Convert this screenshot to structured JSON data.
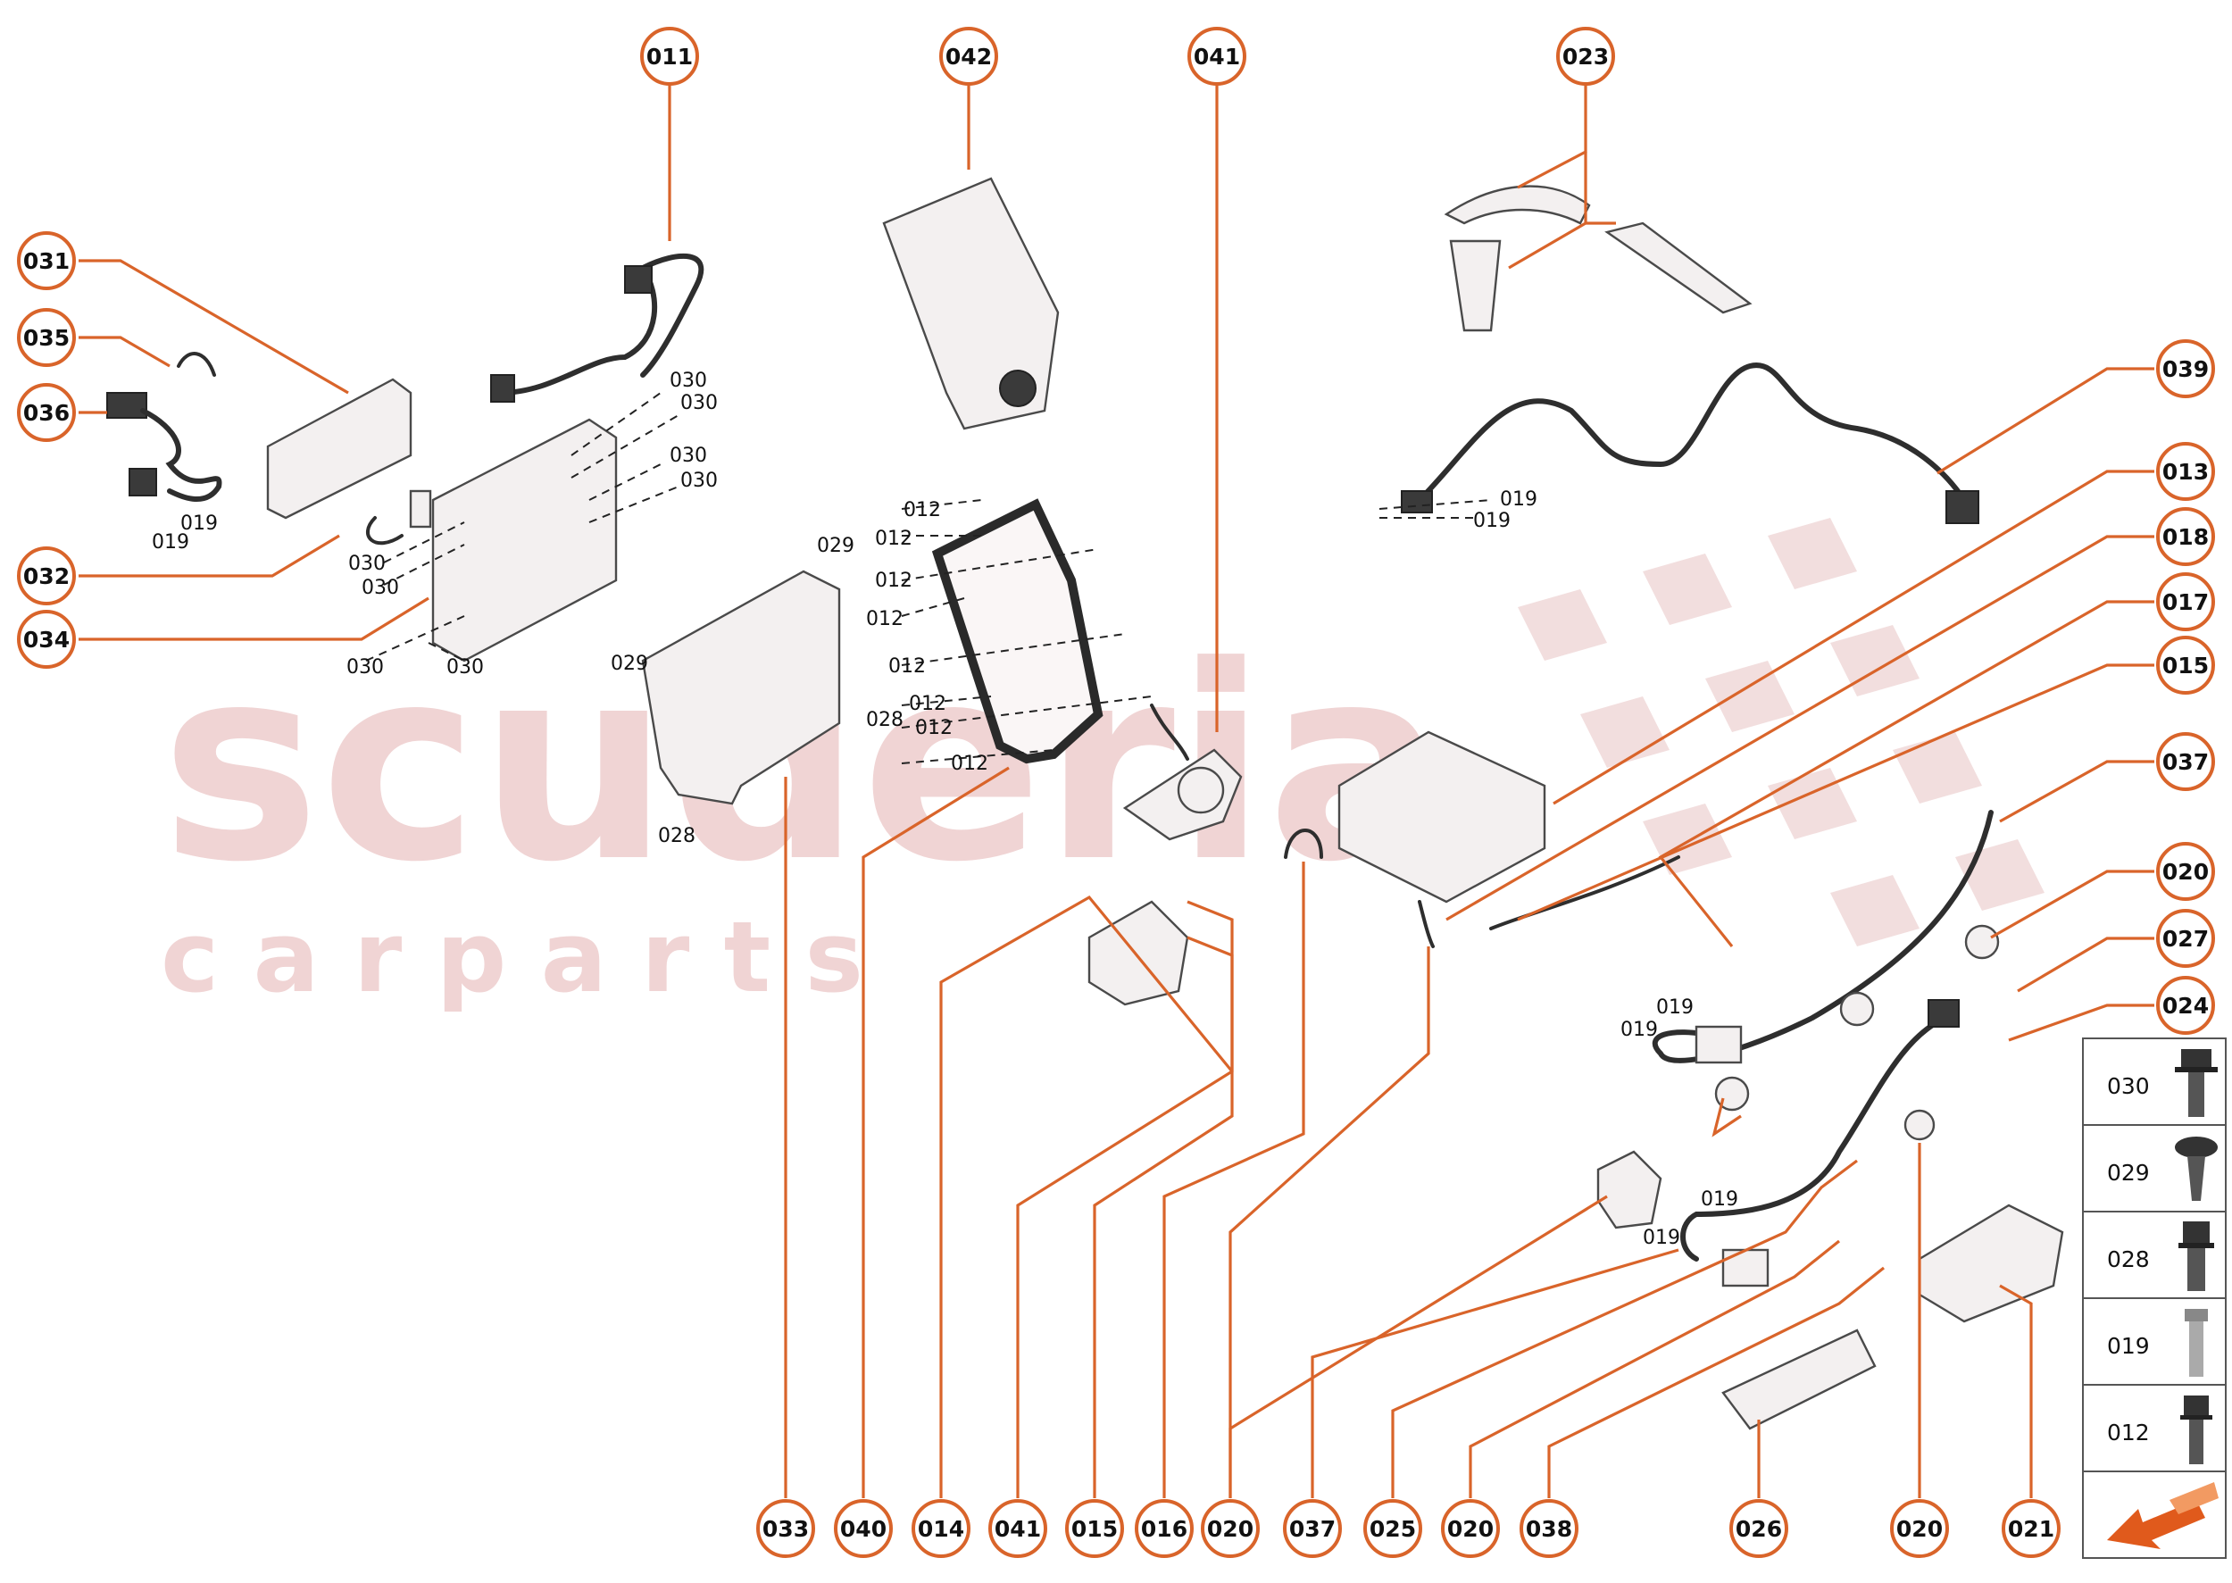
{
  "watermark": {
    "line1": "scuderia",
    "line2": "c a r   p a r t s"
  },
  "colors": {
    "accent": "#d9642a",
    "watermark": "#f0d4d4"
  },
  "callouts": [
    "011",
    "042",
    "041",
    "023",
    "031",
    "035",
    "036",
    "032",
    "034",
    "039",
    "013",
    "018",
    "017",
    "015",
    "037",
    "020",
    "027",
    "024",
    "033",
    "040",
    "014",
    "041",
    "015",
    "016",
    "020",
    "037",
    "025",
    "020",
    "038",
    "026",
    "020",
    "021"
  ],
  "part_labels": {
    "cluster_left": [
      "030",
      "030",
      "030",
      "030",
      "030",
      "030",
      "030",
      "030"
    ],
    "c019a": "019",
    "c019b": "019",
    "bracket": [
      "029",
      "029",
      "028",
      "028"
    ],
    "frame": [
      "012",
      "012",
      "012",
      "012",
      "012",
      "012",
      "012",
      "012"
    ],
    "cable039": [
      "019",
      "019"
    ],
    "camera_a": [
      "019",
      "019"
    ],
    "camera_b": [
      "019",
      "019"
    ]
  },
  "legend": {
    "items": [
      {
        "code": "030",
        "icon": "flange-bolt-icon"
      },
      {
        "code": "029",
        "icon": "pan-screw-icon"
      },
      {
        "code": "028",
        "icon": "hex-bolt-icon"
      },
      {
        "code": "019",
        "icon": "round-screw-icon"
      },
      {
        "code": "012",
        "icon": "hex-screw-icon"
      }
    ],
    "arrow_icon": "direction-arrow-icon"
  }
}
